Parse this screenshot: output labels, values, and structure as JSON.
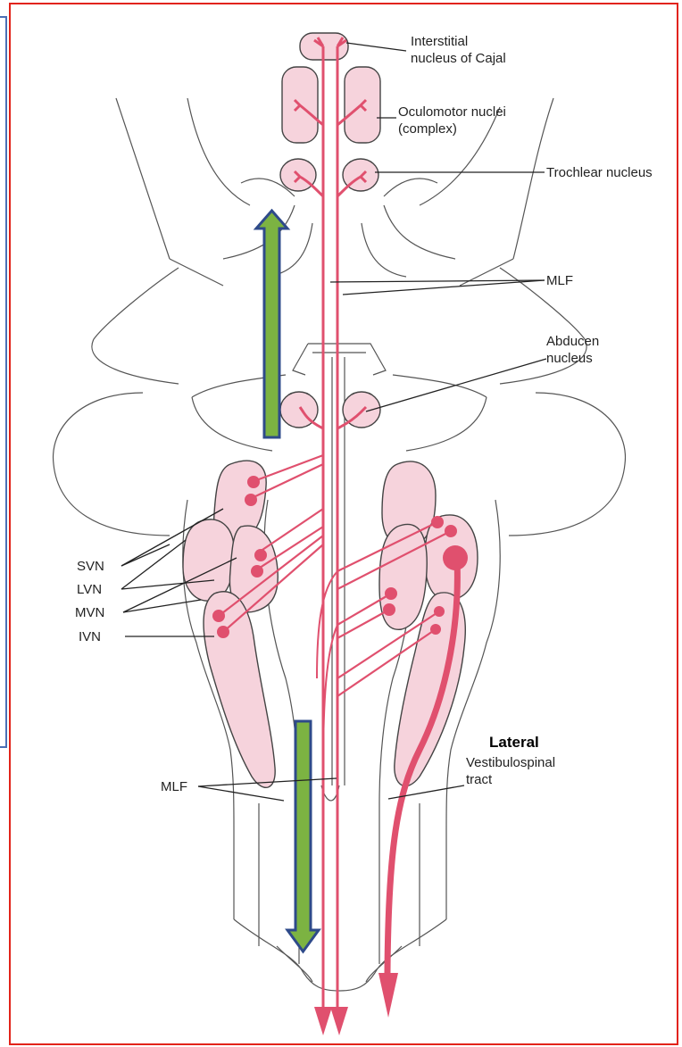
{
  "labels": {
    "cajal_line1": "Interstitial",
    "cajal_line2": "nucleus of Cajal",
    "oculomotor_line1": "Oculomotor nuclei",
    "oculomotor_line2": "(complex)",
    "trochlear": "Trochlear nucleus",
    "mlf_top": "MLF",
    "abducen_line1": "Abducen",
    "abducen_line2": "nucleus",
    "svn": "SVN",
    "lvn": "LVN",
    "mvn": "MVN",
    "ivn": "IVN",
    "lateral": "Lateral",
    "vst_line1": "Vestibulospinal",
    "vst_line2": "tract",
    "mlf_bottom": "MLF"
  },
  "colors": {
    "tract": "#e0506e",
    "nucleus_fill": "#f6d3dc",
    "outline": "#444444",
    "arrow_fill": "#7cb342",
    "arrow_border": "#2e4a8a",
    "frame_red": "#e2231a",
    "frame_blue": "#4a6fb5"
  }
}
